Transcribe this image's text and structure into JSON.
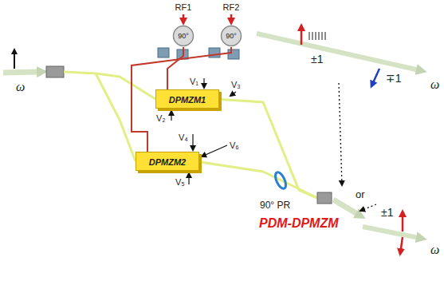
{
  "diagram": {
    "nodes": [
      {
        "text": [
          "RF1",
          "90°"
        ]
      },
      {
        "text": [
          "RF2",
          "90°"
        ]
      },
      {
        "text": [
          "PDM-DPMZM"
        ]
      },
      {
        "text": [
          "DPMZM1"
        ],
        "in": 2
      },
      {
        "text": [
          "DPMZM2"
        ],
        "in": 2
      }
    ],
    "edges": [
      {
        "from": 0,
        "to": 3,
        "arrow": "none"
      },
      {
        "from": 1,
        "to": 4,
        "arrow": "none"
      }
    ],
    "labels": [
      "ω",
      "V₁",
      "V₃",
      "V₂",
      "V₄",
      "V₆",
      "V₅",
      "90° PR",
      "±1",
      "∓1",
      "ω",
      "or",
      "±1",
      "ω"
    ]
  }
}
